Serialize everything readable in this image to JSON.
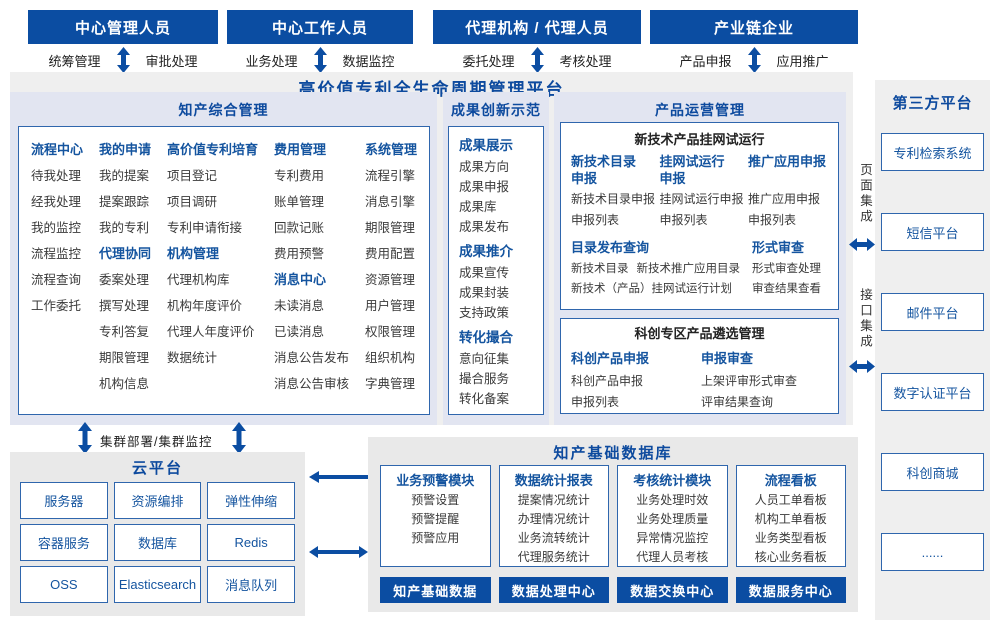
{
  "palette": {
    "primary_blue": "#0b4da2",
    "group_title_blue": "#14549f",
    "item_text": "#3a3a3a",
    "section_lavender": "#e2e5f1",
    "platform_gray": "#efefef",
    "bottom_gray": "#e9e9e9",
    "panel_border_blue": "#2f66ad"
  },
  "actors": [
    {
      "title": "中心管理人员",
      "left": "统筹管理",
      "right": "审批处理"
    },
    {
      "title": "中心工作人员",
      "left": "业务处理",
      "right": "数据监控"
    },
    {
      "title": "代理机构 / 代理人员",
      "left": "委托处理",
      "right": "考核处理"
    },
    {
      "title": "产业链企业",
      "left": "产品申报",
      "right": "应用推广"
    }
  ],
  "platform_title": "高价值专利全生命周期管理平台",
  "ip_management": {
    "title": "知产综合管理",
    "columns": [
      {
        "groups": [
          {
            "title": "流程中心",
            "items": [
              "待我处理",
              "经我处理",
              "我的监控",
              "流程监控",
              "流程查询",
              "工作委托"
            ]
          }
        ]
      },
      {
        "groups": [
          {
            "title": "我的申请",
            "items": [
              "我的提案",
              "提案跟踪",
              "我的专利"
            ]
          },
          {
            "title": "代理协同",
            "items": [
              "委案处理",
              "撰写处理",
              "专利答复",
              "期限管理",
              "机构信息"
            ]
          }
        ]
      },
      {
        "groups": [
          {
            "title": "高价值专利培育",
            "items": [
              "项目登记",
              "项目调研",
              "专利申请衔接"
            ]
          },
          {
            "title": "机构管理",
            "items": [
              "代理机构库",
              "机构年度评价",
              "代理人年度评价",
              "数据统计"
            ]
          }
        ]
      },
      {
        "groups": [
          {
            "title": "费用管理",
            "items": [
              "专利费用",
              "账单管理",
              "回款记账",
              "费用预警"
            ]
          },
          {
            "title": "消息中心",
            "items": [
              "未读消息",
              "已读消息",
              "消息公告发布",
              "消息公告审核"
            ]
          }
        ]
      },
      {
        "groups": [
          {
            "title": "系统管理",
            "items": [
              "流程引擎",
              "消息引擎",
              "期限管理",
              "费用配置",
              "资源管理",
              "用户管理",
              "权限管理",
              "组织机构",
              "字典管理"
            ]
          }
        ]
      }
    ]
  },
  "achievements": {
    "title": "成果创新示范",
    "groups": [
      {
        "title": "成果展示",
        "items": [
          "成果方向",
          "成果申报",
          "成果库",
          "成果发布"
        ]
      },
      {
        "title": "成果推介",
        "items": [
          "成果宣传",
          "成果封装",
          "支持政策"
        ]
      },
      {
        "title": "转化撮合",
        "items": [
          "意向征集",
          "撮合服务",
          "转化备案"
        ]
      }
    ]
  },
  "product_ops": {
    "title": "产品运营管理",
    "trial_box": {
      "title": "新技术产品挂网试运行",
      "columns": [
        {
          "title": "新技术目录申报",
          "items": [
            "新技术目录申报",
            "申报列表"
          ]
        },
        {
          "title": "挂网试运行申报",
          "items": [
            "挂网试运行申报",
            "申报列表"
          ]
        },
        {
          "title": "推广应用申报",
          "items": [
            "推广应用申报",
            "申报列表"
          ]
        }
      ],
      "catalog_query": {
        "title": "目录发布查询",
        "row1": [
          "新技术目录",
          "新技术推广应用目录"
        ],
        "row2": [
          "新技术（产品）挂网试运行计划"
        ]
      },
      "formal_review": {
        "title": "形式审查",
        "items": [
          "形式审查处理",
          "审查结果查看"
        ]
      }
    },
    "selection_box": {
      "title": "科创专区产品遴选管理",
      "columns": [
        {
          "title": "科创产品申报",
          "items": [
            "科创产品申报",
            "申报列表"
          ]
        },
        {
          "title": "申报审查",
          "items": [
            "上架评审形式审查",
            "评审结果查询"
          ]
        }
      ]
    }
  },
  "third_party": {
    "title": "第三方平台",
    "items": [
      "专利检索系统",
      "短信平台",
      "邮件平台",
      "数字认证平台",
      "科创商城",
      "......"
    ]
  },
  "integration": {
    "page": "页面集成",
    "interface": "接口集成"
  },
  "cluster_label": "集群部署/集群监控",
  "cloud": {
    "title": "云平台",
    "items": [
      "服务器",
      "资源编排",
      "弹性伸缩",
      "容器服务",
      "数据库",
      "Redis",
      "OSS",
      "Elasticsearch",
      "消息队列"
    ]
  },
  "data_base": {
    "title": "知产基础数据库",
    "columns": [
      {
        "title": "业务预警模块",
        "items": [
          "预警设置",
          "预警提醒",
          "预警应用"
        ],
        "footer": "知产基础数据"
      },
      {
        "title": "数据统计报表",
        "items": [
          "提案情况统计",
          "办理情况统计",
          "业务流转统计",
          "代理服务统计"
        ],
        "footer": "数据处理中心"
      },
      {
        "title": "考核统计模块",
        "items": [
          "业务处理时效",
          "业务处理质量",
          "异常情况监控",
          "代理人员考核"
        ],
        "footer": "数据交换中心"
      },
      {
        "title": "流程看板",
        "items": [
          "人员工单看板",
          "机构工单看板",
          "业务类型看板",
          "核心业务看板"
        ],
        "footer": "数据服务中心"
      }
    ]
  }
}
